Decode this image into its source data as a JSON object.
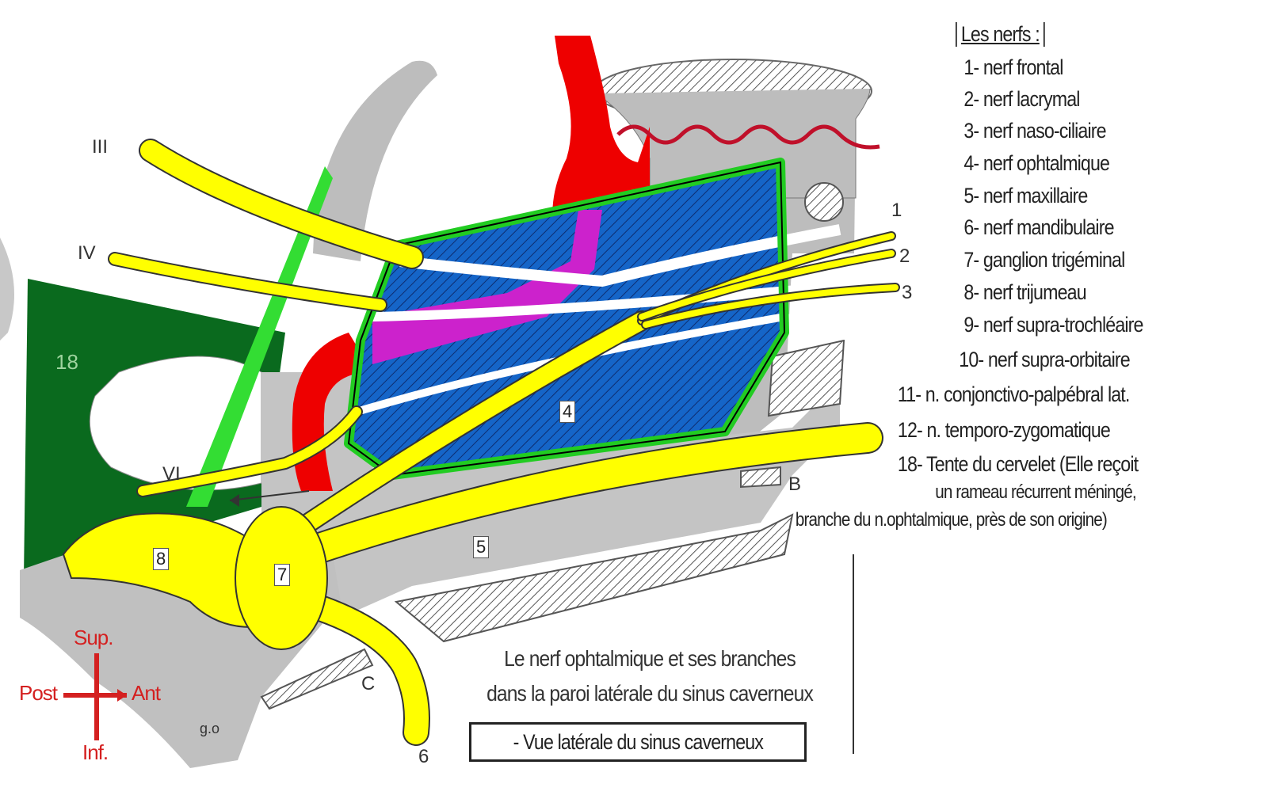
{
  "legend": {
    "title": "Les nerfs :",
    "items": [
      "1- nerf frontal",
      "2- nerf lacrymal",
      "3- nerf naso-ciliaire",
      "4- nerf ophtalmique",
      "5- nerf maxillaire",
      "6- nerf mandibulaire",
      "7- ganglion trigéminal",
      "8- nerf trijumeau",
      "9- nerf supra-trochléaire",
      "10- nerf supra-orbitaire",
      "11- n. conjonctivo-palpébral  lat.",
      "12- n. temporo-zygomatique",
      "18- Tente du cervelet (Elle reçoit"
    ],
    "note_lines": [
      "un rameau récurrent  méningé,",
      "branche  du n.ophtalmique, près de son origine)"
    ]
  },
  "caption": {
    "line1": "Le nerf ophtalmique  et ses branches",
    "line2": "dans  la paroi latérale du sinus caverneux"
  },
  "view_label": "- Vue latérale du sinus caverneux",
  "labels": {
    "III": "III",
    "IV": "IV",
    "VI": "VI",
    "n18": "18",
    "n1": "1",
    "n2": "2",
    "n3": "3",
    "n4": "4",
    "n5": "5",
    "n6": "6",
    "n7": "7",
    "n8": "8",
    "B": "B",
    "C": "C",
    "go": "g.o"
  },
  "orientation": {
    "sup": "Sup.",
    "inf": "Inf.",
    "post": "Post",
    "ant": "Ant"
  },
  "colors": {
    "nerve": "#ffff00",
    "artery": "#ee0000",
    "sinus_fill": "#1560c8",
    "sinus_border": "#22cc22",
    "tentorium": "#0a6a1e",
    "bone": "#c0c0c0",
    "vein_purple": "#cc22cc",
    "orientation": "#d42020"
  }
}
